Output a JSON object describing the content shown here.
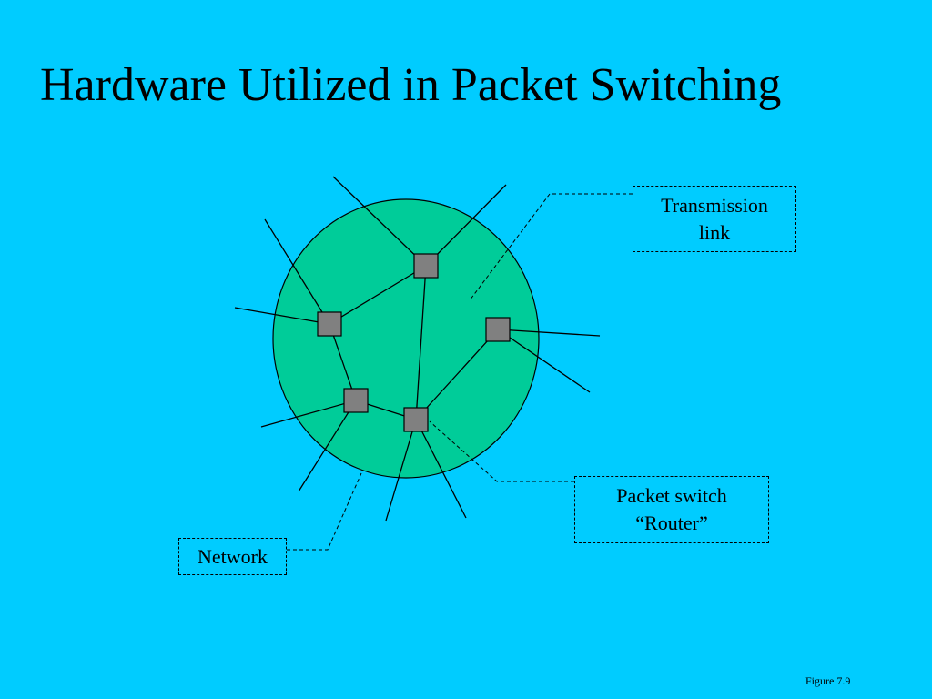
{
  "colors": {
    "background": "#00ccff",
    "network_fill": "#00cc99",
    "switch_fill": "#808080",
    "line": "#000000"
  },
  "slide": {
    "title": "Hardware Utilized in Packet Switching",
    "figure_label": "Figure 7.9"
  },
  "callouts": {
    "transmission_link": [
      "Transmission",
      "link"
    ],
    "packet_switch": [
      "Packet switch",
      "“Router”"
    ],
    "network": "Network"
  }
}
